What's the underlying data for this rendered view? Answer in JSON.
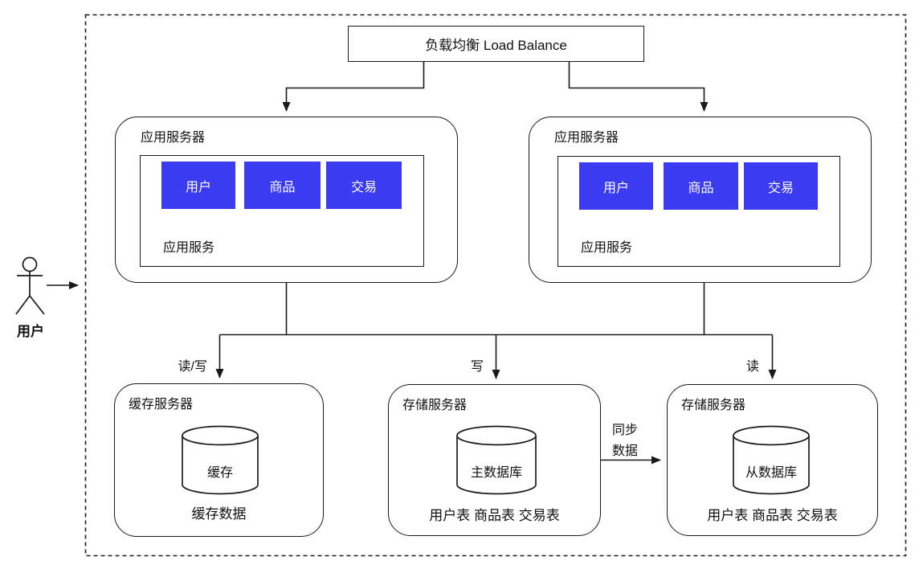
{
  "diagram": {
    "load_balancer": {
      "label": "负载均衡 Load Balance"
    },
    "user_actor": {
      "label": "用户"
    },
    "app_servers": [
      {
        "title": "应用服务器",
        "services": [
          "用户",
          "商品",
          "交易"
        ],
        "inner_label": "应用服务"
      },
      {
        "title": "应用服务器",
        "services": [
          "用户",
          "商品",
          "交易"
        ],
        "inner_label": "应用服务"
      }
    ],
    "edge_labels": {
      "cache_edge": "读/写",
      "write_edge": "写",
      "read_edge": "读",
      "sync_line1": "同步",
      "sync_line2": "数据"
    },
    "cache_server": {
      "title": "缓存服务器",
      "db_label": "缓存",
      "caption": "缓存数据"
    },
    "master_server": {
      "title": "存储服务器",
      "db_label": "主数据库",
      "caption": "用户表 商品表 交易表"
    },
    "slave_server": {
      "title": "存储服务器",
      "db_label": "从数据库",
      "caption": "用户表 商品表 交易表"
    }
  },
  "colors": {
    "service_chip_bg": "#3b3bf2",
    "service_chip_text": "#ffffff",
    "line": "#1a1a1a",
    "background": "#ffffff"
  }
}
